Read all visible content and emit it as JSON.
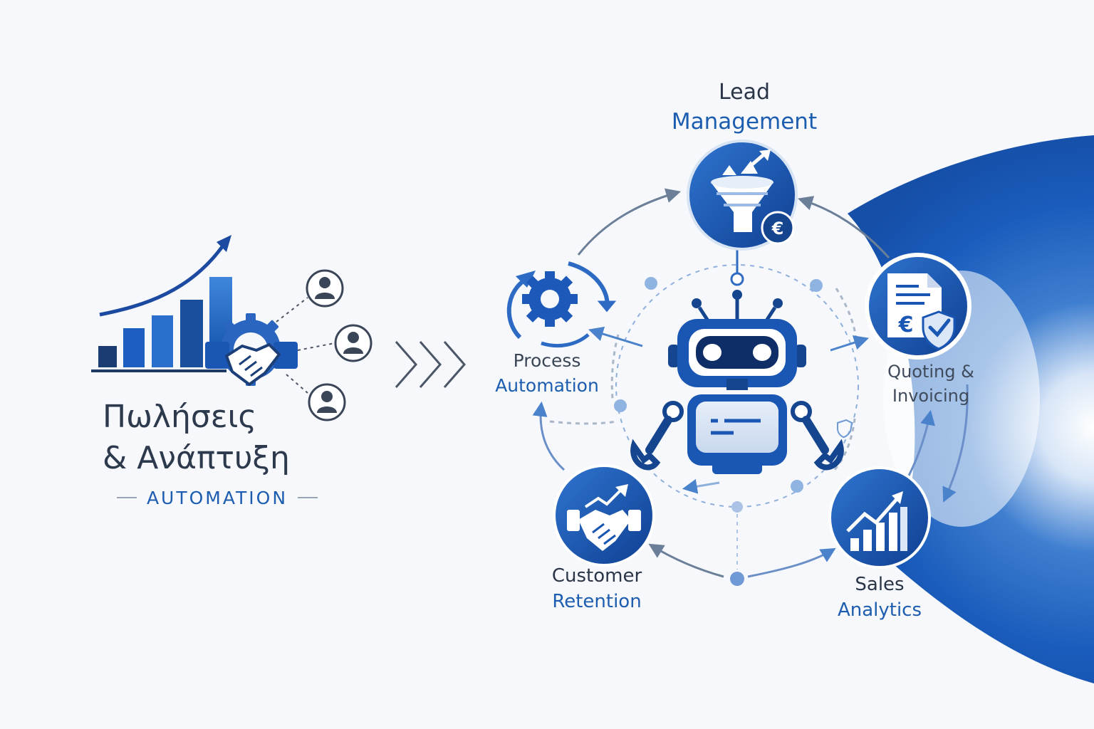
{
  "brand": {
    "line1": "Πωλήσεις",
    "line2": "& Ανάπτυξη",
    "tagline": "AUTOMATION"
  },
  "nodes": {
    "lead": {
      "line1": "Lead",
      "line2": "Management"
    },
    "process": {
      "line1": "Process",
      "line2": "Automation"
    },
    "quoting": {
      "line1": "Quoting &",
      "line2": "Invoicing"
    },
    "retention": {
      "line1": "Customer",
      "line2": "Retention"
    },
    "analytics": {
      "line1": "Sales",
      "line2": "Analytics"
    }
  },
  "icons": {
    "lead": "funnel-euro-icon",
    "process": "gear-cycle-icon",
    "quoting": "invoice-euro-check-icon",
    "retention": "handshake-growth-icon",
    "analytics": "bar-chart-growth-icon",
    "center": "robot-icon"
  },
  "colors": {
    "primary": "#1d5db0",
    "dark_blue": "#0f3d8c",
    "text_dark": "#2a3547",
    "background": "#f6f8fb"
  }
}
